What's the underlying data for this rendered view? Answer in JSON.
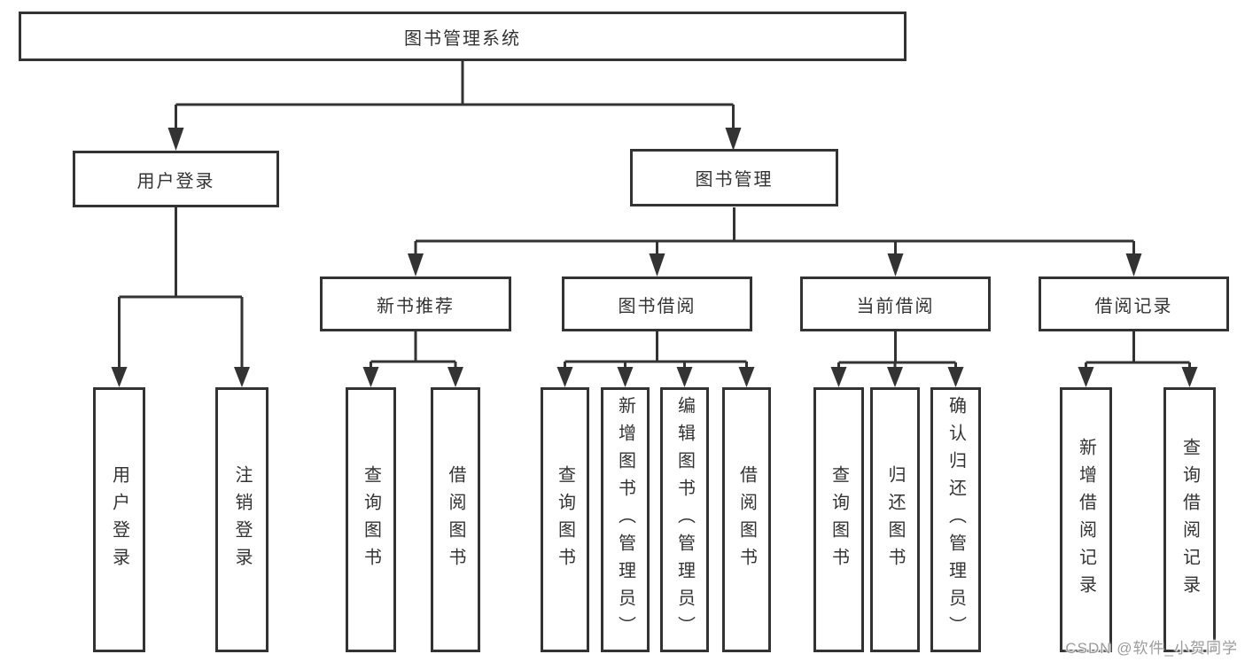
{
  "diagram": {
    "root": "图书管理系统",
    "level2": [
      {
        "label": "用户登录"
      },
      {
        "label": "图书管理"
      }
    ],
    "level3": [
      {
        "label": "新书推荐"
      },
      {
        "label": "图书借阅"
      },
      {
        "label": "当前借阅"
      },
      {
        "label": "借阅记录"
      }
    ],
    "leaves": {
      "g1": [
        "用户登录",
        "注销登录"
      ],
      "g2": [
        "查询图书",
        "借阅图书"
      ],
      "g3": [
        "查询图书",
        "新增图书（管理员）",
        "编辑图书（管理员）",
        "借阅图书"
      ],
      "g4": [
        "查询图书",
        "归还图书",
        "确认归还（管理员）"
      ],
      "g5": [
        "新增借阅记录",
        "查询借阅记录"
      ]
    }
  },
  "watermark": "CSDN @软件_小贺同学",
  "colors": {
    "line": "#333333",
    "text": "#333333",
    "watermark": "#9b9b9b",
    "background": "#ffffff"
  }
}
